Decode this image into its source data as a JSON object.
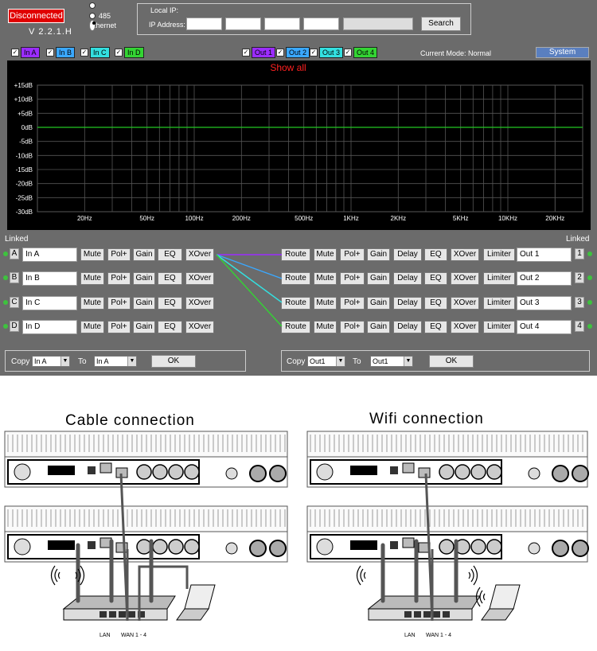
{
  "header": {
    "status": "Disconnected",
    "version": "V 2.2.1.H",
    "radio_options": [
      "485",
      "Ethernet"
    ],
    "local_ip_label": "Local IP:",
    "ip_address_label": "IP Address:",
    "search_label": "Search",
    "current_mode": "Current Mode:  Normal",
    "system_label": "System"
  },
  "inputs_checks": [
    "In A",
    "In B",
    "In C",
    "In D"
  ],
  "outputs_checks": [
    "Out 1",
    "Out 2",
    "Out 3",
    "Out 4"
  ],
  "check_colors": {
    "In A": "#9b2cff",
    "In B": "#3aa8ff",
    "In C": "#33e0e0",
    "In D": "#33d433",
    "Out 1": "#9b2cff",
    "Out 2": "#3aa8ff",
    "Out 3": "#33e0e0",
    "Out 4": "#33d433"
  },
  "graph": {
    "title": "Show all",
    "y_ticks": [
      "+15dB",
      "+10dB",
      "+5dB",
      "0dB",
      "-5dB",
      "-10dB",
      "-15dB",
      "-20dB",
      "-25dB",
      "-30dB"
    ],
    "x_ticks": [
      "20Hz",
      "50Hz",
      "100Hz",
      "200Hz",
      "500Hz",
      "1KHz",
      "2KHz",
      "5KHz",
      "10KHz",
      "20KHz"
    ]
  },
  "linked_label": "Linked",
  "input_channels": [
    {
      "letter": "A",
      "name": "In A"
    },
    {
      "letter": "B",
      "name": "In B"
    },
    {
      "letter": "C",
      "name": "In C"
    },
    {
      "letter": "D",
      "name": "In D"
    }
  ],
  "input_buttons": [
    "Mute",
    "Pol+",
    "Gain",
    "EQ",
    "XOver"
  ],
  "output_channels": [
    {
      "number": "1",
      "name": "Out 1"
    },
    {
      "number": "2",
      "name": "Out 2"
    },
    {
      "number": "3",
      "name": "Out 3"
    },
    {
      "number": "4",
      "name": "Out 4"
    }
  ],
  "output_buttons": [
    "Route",
    "Mute",
    "Pol+",
    "Gain",
    "Delay",
    "EQ",
    "XOver",
    "Limiter"
  ],
  "copy_in": {
    "copy_label": "Copy",
    "from": "In A",
    "to_label": "To",
    "to": "In A",
    "ok": "OK"
  },
  "copy_out": {
    "copy_label": "Copy",
    "from": "Out1",
    "to_label": "To",
    "to": "Out1",
    "ok": "OK"
  },
  "diagram": {
    "cable_title": "Cable  connection",
    "wifi_title": "Wifi  connection",
    "lan_label": "LAN",
    "wan_label": "WAN  1 - 4"
  }
}
